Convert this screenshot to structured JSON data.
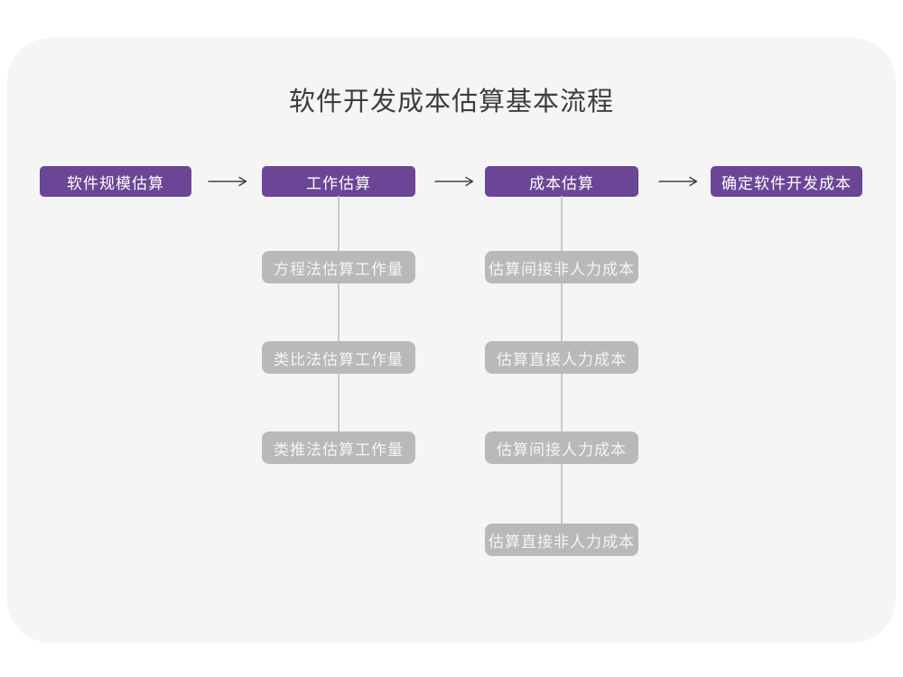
{
  "title": "软件开发成本估算基本流程",
  "colors": {
    "accent": "#6b4697",
    "substep_bg": "#b9b9b9",
    "card_bg": "#f5f5f6",
    "line": "#c9c9c9",
    "arrow": "#424242"
  },
  "flow": {
    "steps": [
      {
        "label": "软件规模估算"
      },
      {
        "label": "工作估算"
      },
      {
        "label": "成本估算"
      },
      {
        "label": "确定软件开发成本"
      }
    ],
    "work_substeps": [
      {
        "label": "方程法估算工作量"
      },
      {
        "label": "类比法估算工作量"
      },
      {
        "label": "类推法估算工作量"
      }
    ],
    "cost_substeps": [
      {
        "label": "估算间接非人力成本"
      },
      {
        "label": "估算直接人力成本"
      },
      {
        "label": "估算间接人力成本"
      },
      {
        "label": "估算直接非人力成本"
      }
    ]
  }
}
